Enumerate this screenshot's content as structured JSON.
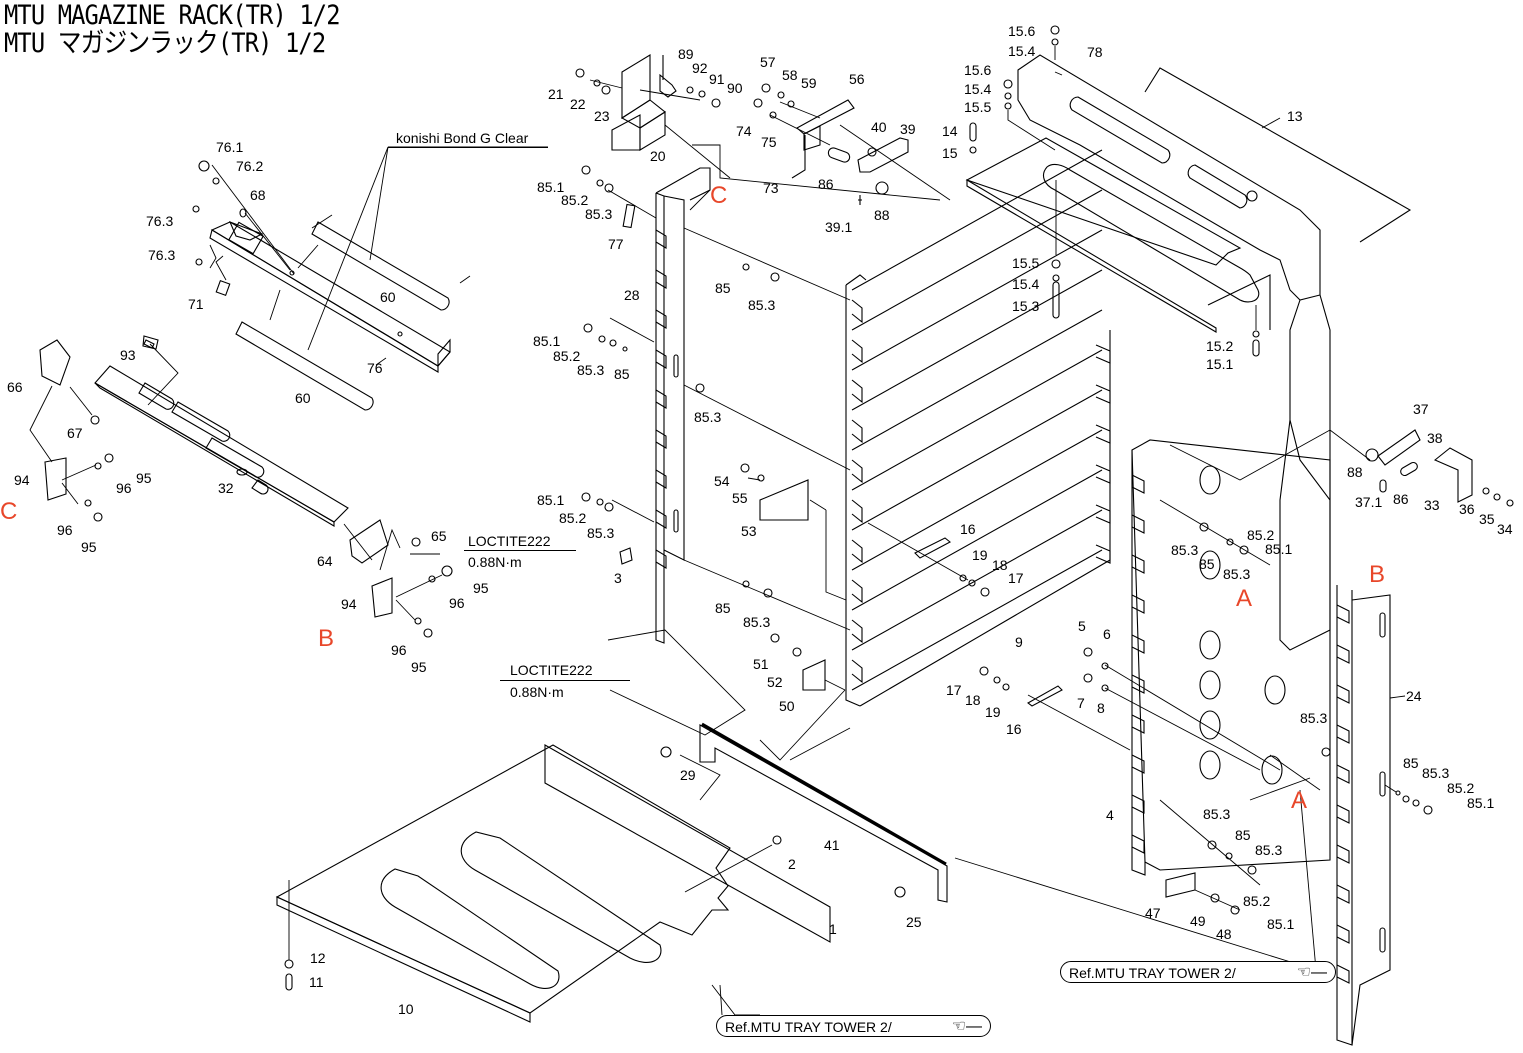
{
  "title": {
    "english": "MTU MAGAZINE RACK(TR) 1/2",
    "japanese": "MTU マガジンラック(TR) 1/2"
  },
  "notes": {
    "adhesive": "konishi Bond G Clear",
    "loctite_1": {
      "compound": "LOCTITE222",
      "torque": "0.88N·m"
    },
    "loctite_2": {
      "compound": "LOCTITE222",
      "torque": "0.88N·m"
    }
  },
  "references": [
    {
      "text": "Ref.MTU TRAY TOWER 2/",
      "icon": "pointing-hand-icon"
    },
    {
      "text": "Ref.MTU TRAY TOWER 2/",
      "icon": "pointing-hand-icon"
    }
  ],
  "connection_markers": {
    "A_1": "A",
    "A_2": "A",
    "B_1": "B",
    "B_2": "B",
    "C_1": "C",
    "C_2": "C",
    "color": "#e8472a"
  },
  "part_labels": {
    "p76_1": "76.1",
    "p76_2": "76.2",
    "p68": "68",
    "p76_3a": "76.3",
    "p76_3b": "76.3",
    "p71": "71",
    "p60a": "60",
    "p60b": "60",
    "p76": "76",
    "p93": "93",
    "p66": "66",
    "p67": "67",
    "p94a": "94",
    "p96a": "96",
    "p95a": "95",
    "p96b": "96",
    "p95b": "95",
    "p32": "32",
    "p64": "64",
    "p65": "65",
    "p94b": "94",
    "p95c": "95",
    "p96c": "96",
    "p96d": "96",
    "p95d": "95",
    "p21": "21",
    "p22": "22",
    "p23": "23",
    "p20": "20",
    "p89": "89",
    "p92": "92",
    "p91": "91",
    "p90": "90",
    "p57": "57",
    "p58": "58",
    "p59": "59",
    "p56": "56",
    "p74": "74",
    "p75": "75",
    "p73": "73",
    "p40": "40",
    "p39": "39",
    "p86a": "86",
    "p88a": "88",
    "p39_1": "39.1",
    "p85_1a": "85.1",
    "p85_2a": "85.2",
    "p85_3a": "85.3",
    "p77": "77",
    "p28": "28",
    "p85a": "85",
    "p85_3b": "85.3",
    "p85_1b": "85.1",
    "p85_2b": "85.2",
    "p85_3c": "85.3",
    "p85b": "85",
    "p85_3d": "85.3",
    "p85_1c": "85.1",
    "p85_2c": "85.2",
    "p85_3e": "85.3",
    "p3": "3",
    "p85c": "85",
    "p85_3f": "85.3",
    "p54": "54",
    "p55": "55",
    "p53": "53",
    "p51": "51",
    "p52": "52",
    "p50": "50",
    "p16a": "16",
    "p19a": "19",
    "p18a": "18",
    "p17a": "17",
    "p9": "9",
    "p17b": "17",
    "p18b": "18",
    "p19b": "19",
    "p16b": "16",
    "p15_6a": "15.6",
    "p15_4a": "15.4",
    "p78": "78",
    "p15_6b": "15.6",
    "p15_4b": "15.4",
    "p15_5a": "15.5",
    "p14": "14",
    "p15": "15",
    "p13": "13",
    "p15_5b": "15.5",
    "p15_4c": "15.4",
    "p15_3": "15.3",
    "p15_2": "15.2",
    "p15_1": "15.1",
    "p37": "37",
    "p38": "38",
    "p88b": "88",
    "p37_1": "37.1",
    "p86b": "86",
    "p33": "33",
    "p36": "36",
    "p35": "35",
    "p34": "34",
    "p85_3g": "85.3",
    "p85d": "85",
    "p85_3h": "85.3",
    "p85_2d": "85.2",
    "p85_1d": "85.1",
    "p5": "5",
    "p6": "6",
    "p7": "7",
    "p8": "8",
    "p4": "4",
    "p24": "24",
    "p85_3i": "85.3",
    "p85e": "85",
    "p85_3j": "85.3",
    "p85_2e": "85.2",
    "p85_1e": "85.1",
    "p47": "47",
    "p49": "49",
    "p48": "48",
    "p85f": "85",
    "p85_3k": "85.3",
    "p85_2f": "85.2",
    "p85_1f": "85.1",
    "p29": "29",
    "p41": "41",
    "p2": "2",
    "p25": "25",
    "p1": "1",
    "p12": "12",
    "p11": "11",
    "p10": "10"
  }
}
